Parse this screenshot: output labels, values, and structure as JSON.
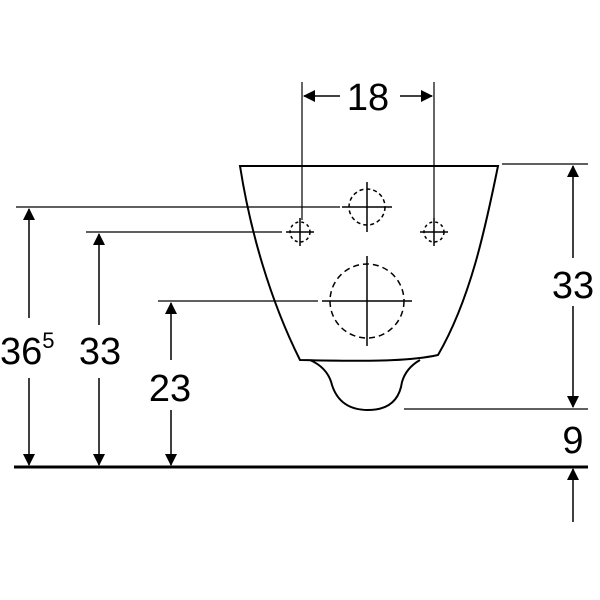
{
  "dimensions": {
    "hole_spacing": "18",
    "total_height_main": "36",
    "total_height_sup": "5",
    "bolt_height": "33",
    "outlet_height": "23",
    "bowl_height": "33",
    "bottom_clearance": "9"
  },
  "colors": {
    "stroke": "#000000",
    "background": "#ffffff"
  }
}
